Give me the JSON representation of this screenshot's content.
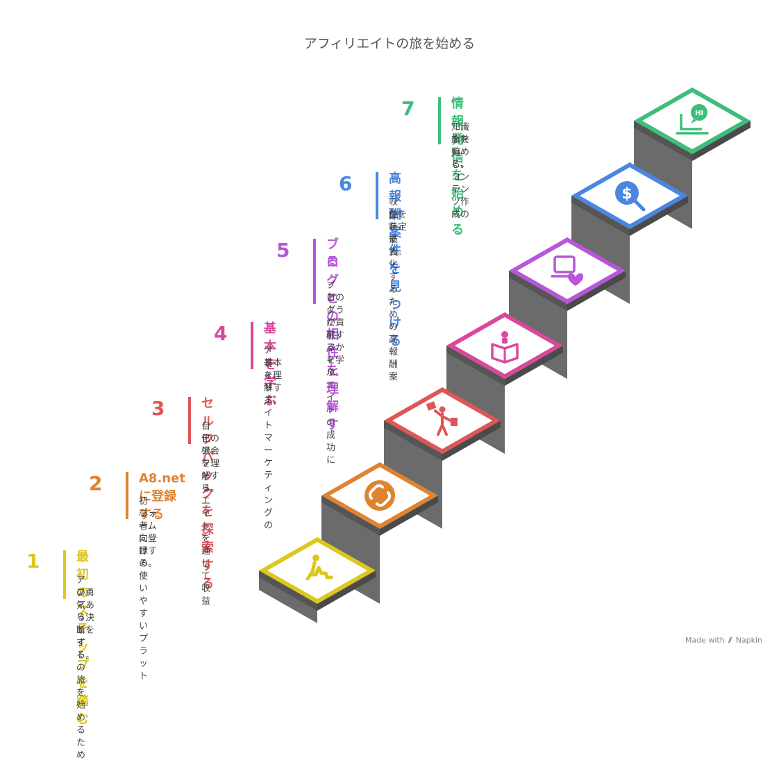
{
  "title": "アフィリエイトの旅を始める",
  "steps": [
    {
      "number": "1",
      "heading": "最初のステップを踏む",
      "desc1": "アフィリエイトの旅を始めるため",
      "desc2": "の勇気ある決断をする。",
      "color": "#DCC71C",
      "icon": "walking-person-icon"
    },
    {
      "number": "2",
      "heading": "A8.netに登録する",
      "desc1": "初心者向けの使いやすいプラット",
      "desc2": "フォームに登録する。",
      "color": "#DE8430",
      "icon": "link-icon"
    },
    {
      "number": "3",
      "heading": "セルフバックを探索する",
      "desc1": "自己アフィリエイトを通じて収益",
      "desc2": "化の機会を理解する。",
      "color": "#DF5656",
      "icon": "shopper-icon"
    },
    {
      "number": "4",
      "heading": "基本を学ぶ",
      "desc1": "アフィリエイトマーケティングの",
      "desc2": "基本を理解する。",
      "color": "#D8499D",
      "icon": "reading-icon"
    },
    {
      "number": "5",
      "heading1": "ブログとの相性を理解す",
      "heading2": "る",
      "desc1": "ブログがアフィリエイトの成功に",
      "desc2": "どのように貢献するかを学ぶ。",
      "color": "#B856D9",
      "icon": "laptop-heart-icon"
    },
    {
      "number": "6",
      "heading": "高報酬案件を見つける",
      "desc1": "収益を最大化するための高報酬案",
      "desc2": "件を特定する。",
      "color": "#4A86E0",
      "icon": "dollar-search-icon"
    },
    {
      "number": "7",
      "heading": "情報発信を始める",
      "desc1": "知識を共有し、コンテンツ作成の",
      "desc2": "旅を始める。",
      "color": "#3DBE7A",
      "icon": "chat-laptop-icon"
    }
  ],
  "footer": {
    "made_with": "Made with",
    "brand": "Napkin"
  }
}
